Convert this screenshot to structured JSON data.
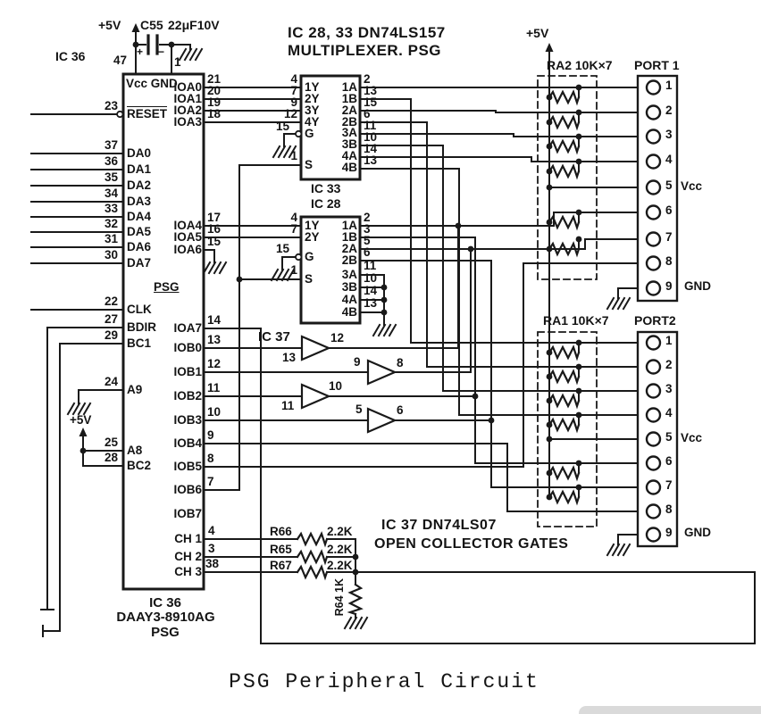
{
  "title": "PSG Peripheral Circuit",
  "top": {
    "plus5v": "+5V",
    "cap_ref": "C55",
    "cap_value": "22μF10V",
    "plus": "+",
    "minus": "−",
    "pin_vcc_num": "47",
    "pin_gnd_num": "1",
    "ic_ref": "IC 36",
    "vcc_gnd": "Vcc GND"
  },
  "ic36": {
    "left_pins": [
      {
        "num": "23",
        "name": "RESET"
      },
      {
        "num": "37",
        "name": "DA0"
      },
      {
        "num": "36",
        "name": "DA1"
      },
      {
        "num": "35",
        "name": "DA2"
      },
      {
        "num": "34",
        "name": "DA3"
      },
      {
        "num": "33",
        "name": "DA4"
      },
      {
        "num": "32",
        "name": "DA5"
      },
      {
        "num": "31",
        "name": "DA6"
      },
      {
        "num": "30",
        "name": "DA7"
      },
      {
        "num": "22",
        "name": "CLK"
      },
      {
        "num": "27",
        "name": "BDIR"
      },
      {
        "num": "29",
        "name": "BC1"
      },
      {
        "num": "24",
        "name": "A9"
      },
      {
        "num": "25",
        "name": "A8"
      },
      {
        "num": "28",
        "name": "BC2"
      }
    ],
    "right_pins": [
      {
        "num": "21",
        "name": "IOA0"
      },
      {
        "num": "20",
        "name": "IOA1"
      },
      {
        "num": "19",
        "name": "IOA2"
      },
      {
        "num": "18",
        "name": "IOA3"
      },
      {
        "num": "17",
        "name": "IOA4"
      },
      {
        "num": "16",
        "name": "IOA5"
      },
      {
        "num": "15",
        "name": "IOA6"
      },
      {
        "num": "14",
        "name": "IOA7"
      },
      {
        "num": "13",
        "name": "IOB0"
      },
      {
        "num": "12",
        "name": "IOB1"
      },
      {
        "num": "11",
        "name": "IOB2"
      },
      {
        "num": "10",
        "name": "IOB3"
      },
      {
        "num": "9",
        "name": "IOB4"
      },
      {
        "num": "8",
        "name": "IOB5"
      },
      {
        "num": "7",
        "name": "IOB6"
      },
      {
        "num": "",
        "name": "IOB7"
      },
      {
        "num": "4",
        "name": "CH 1"
      },
      {
        "num": "3",
        "name": "CH 2"
      },
      {
        "num": "38",
        "name": "CH 3"
      }
    ],
    "psg_internal": "PSG",
    "aux_plus5v": "+5V",
    "bottom_ref": "IC 36",
    "bottom_part": "DAAY3-8910AG",
    "bottom_name": "PSG"
  },
  "mux": {
    "header_line1": "IC 28, 33 DN74LS157",
    "header_line2": "MULTIPLEXER. PSG",
    "ic33_label": "IC 33",
    "ic28_label": "IC 28",
    "ic33": {
      "left": [
        {
          "num": "4",
          "name": "1Y"
        },
        {
          "num": "7",
          "name": "2Y"
        },
        {
          "num": "9",
          "name": "3Y"
        },
        {
          "num": "12",
          "name": "4Y"
        },
        {
          "num": "15",
          "name": "G"
        },
        {
          "num": "1",
          "name": "S"
        }
      ],
      "right": [
        {
          "num": "2",
          "name": "1A"
        },
        {
          "num": "13",
          "name": "1B"
        },
        {
          "num": "15",
          "name": "2A"
        },
        {
          "num": "6",
          "name": "2B"
        },
        {
          "num": "11",
          "name": "3A"
        },
        {
          "num": "10",
          "name": "3B"
        },
        {
          "num": "14",
          "name": "4A"
        },
        {
          "num": "13",
          "name": "4B"
        }
      ]
    },
    "ic28": {
      "left": [
        {
          "num": "4",
          "name": "1Y"
        },
        {
          "num": "7",
          "name": "2Y"
        },
        {
          "num": "15",
          "name": "G"
        },
        {
          "num": "1",
          "name": "S"
        }
      ],
      "right": [
        {
          "num": "2",
          "name": "1A"
        },
        {
          "num": "3",
          "name": "1B"
        },
        {
          "num": "5",
          "name": "2A"
        },
        {
          "num": "6",
          "name": "2B"
        },
        {
          "num": "11",
          "name": "3A"
        },
        {
          "num": "10",
          "name": "3B"
        },
        {
          "num": "14",
          "name": "4A"
        },
        {
          "num": "13",
          "name": "4B"
        }
      ]
    }
  },
  "ic37": {
    "label": "IC 37",
    "caption_line1": "IC 37 DN74LS07",
    "caption_line2": "OPEN COLLECTOR GATES",
    "gates": [
      {
        "in": "13",
        "out": "12"
      },
      {
        "in": "9",
        "out": "8"
      },
      {
        "in": "11",
        "out": "10"
      },
      {
        "in": "5",
        "out": "6"
      }
    ]
  },
  "resistors": {
    "r66_ref": "R66",
    "r66_val": "2.2K",
    "r65_ref": "R65",
    "r65_val": "2.2K",
    "r67_ref": "R67",
    "r67_val": "2.2K",
    "r64_label": "R64 1K"
  },
  "arrays": {
    "ra2_label": "RA2  10K×7",
    "ra1_label": "RA1  10K×7",
    "plus5v": "+5V"
  },
  "port1": {
    "label": "PORT 1",
    "pins": [
      "1",
      "2",
      "3",
      "4",
      "5",
      "6",
      "7",
      "8",
      "9"
    ],
    "vcc": "Vcc",
    "gnd": "GND"
  },
  "port2": {
    "label": "PORT2",
    "pins": [
      "1",
      "2",
      "3",
      "4",
      "5",
      "6",
      "7",
      "8",
      "9"
    ],
    "vcc": "Vcc",
    "gnd": "GND"
  }
}
